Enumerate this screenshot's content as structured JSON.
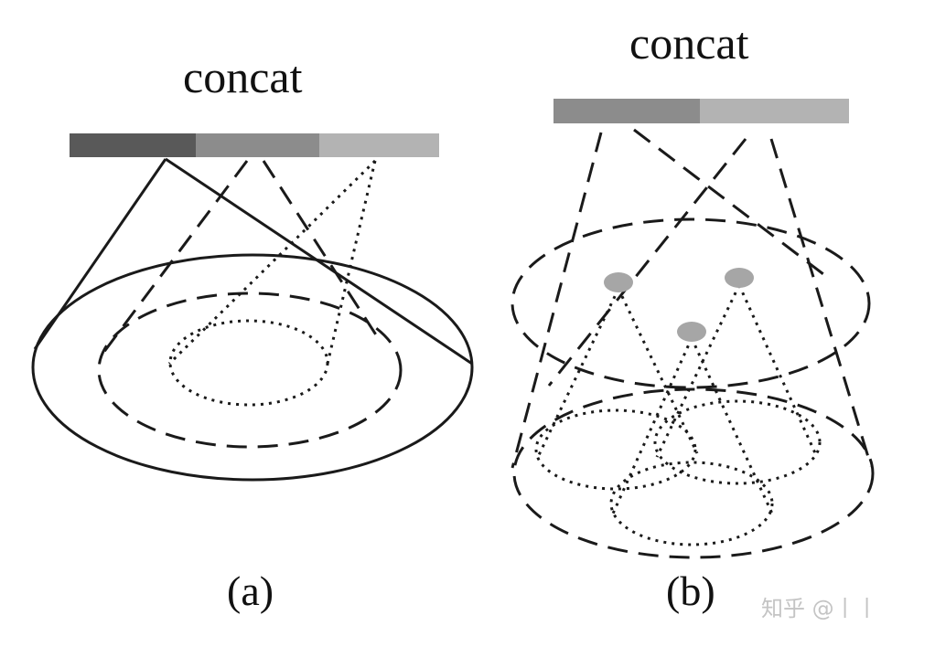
{
  "panel_a": {
    "title": "concat",
    "caption": "(a)",
    "bar_colors": [
      "#595959",
      "#8c8c8c",
      "#b3b3b3"
    ]
  },
  "panel_b": {
    "title": "concat",
    "caption": "(b)",
    "bar_colors": [
      "#8c8c8c",
      "#b3b3b3"
    ],
    "sample_point_color": "#a6a6a6"
  },
  "watermark": "知乎 @丨丨",
  "line_color": "#1a1a1a"
}
